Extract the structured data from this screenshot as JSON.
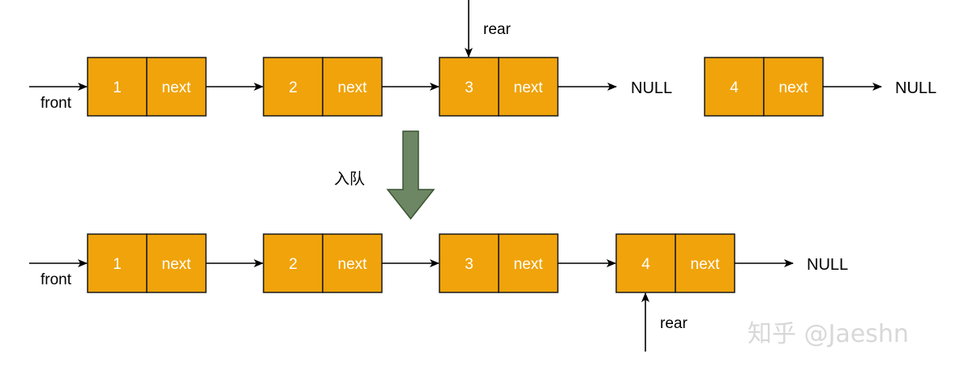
{
  "colors": {
    "node_fill": "#f0a30a",
    "node_border": "#1a1a1a",
    "arrow_fill": "#6d8764",
    "arrow_border": "#3a5431"
  },
  "before": {
    "front_label": "front",
    "rear_label": "rear",
    "nodes": [
      {
        "value": "1",
        "next": "next"
      },
      {
        "value": "2",
        "next": "next"
      },
      {
        "value": "3",
        "next": "next"
      }
    ],
    "null_label": "NULL",
    "new_node": {
      "value": "4",
      "next": "next"
    },
    "new_node_null_label": "NULL"
  },
  "operation_label": "入队",
  "after": {
    "front_label": "front",
    "rear_label": "rear",
    "nodes": [
      {
        "value": "1",
        "next": "next"
      },
      {
        "value": "2",
        "next": "next"
      },
      {
        "value": "3",
        "next": "next"
      },
      {
        "value": "4",
        "next": "next"
      }
    ],
    "null_label": "NULL"
  },
  "watermark": "知乎 @Jaeshn"
}
